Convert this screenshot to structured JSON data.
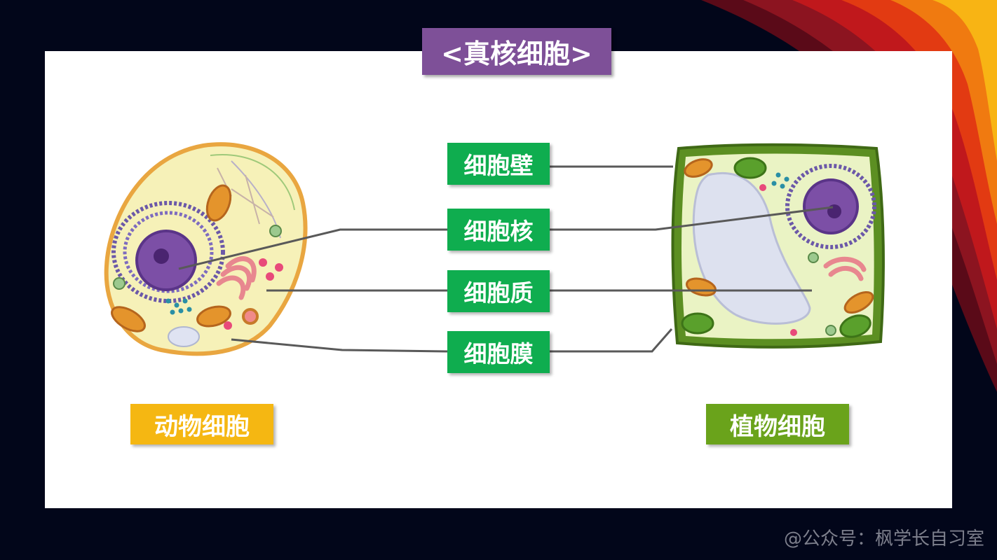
{
  "title": "<真核细胞>",
  "labels": {
    "cell_wall": "细胞壁",
    "nucleus": "细胞核",
    "cytoplasm": "细胞质",
    "membrane": "细胞膜"
  },
  "captions": {
    "animal": "动物细胞",
    "plant": "植物细胞"
  },
  "watermark": "@公众号：枫学长自习室",
  "colors": {
    "title_bg": "#7e5098",
    "label_bg": "#0fad4f",
    "animal_caption_bg": "#f5b712",
    "plant_caption_bg": "#6aa31b"
  }
}
